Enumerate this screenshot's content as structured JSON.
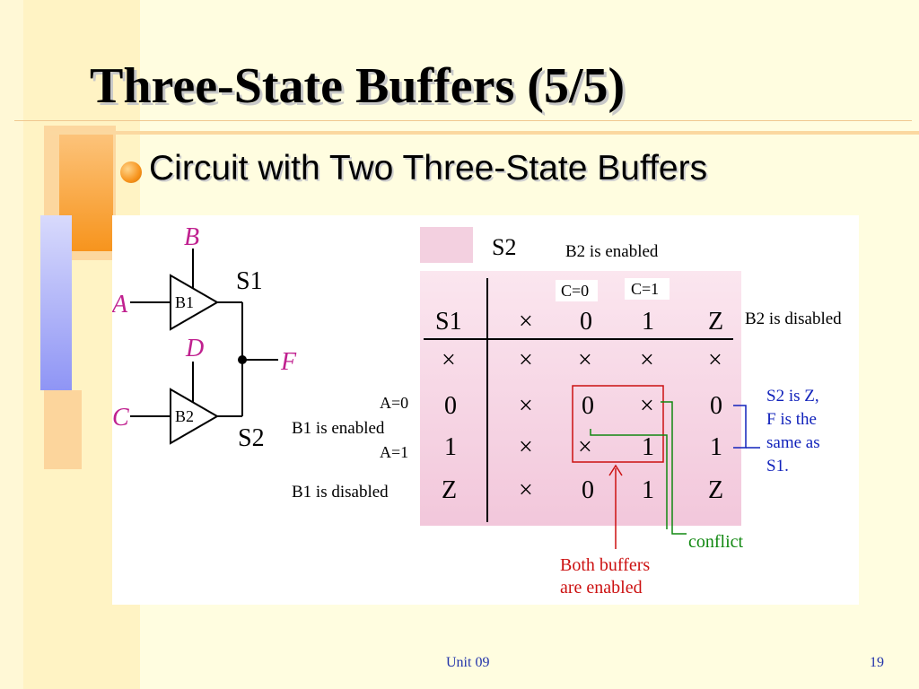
{
  "slide": {
    "title": "Three-State Buffers (5/5)",
    "bullet": "Circuit with Two Three-State Buffers",
    "footer_left": "Unit 09",
    "footer_right": "19"
  },
  "circuit": {
    "input_A": "A",
    "input_B": "B",
    "input_C": "C",
    "input_D": "D",
    "output_F": "F",
    "buffer1": "B1",
    "buffer2": "B2",
    "node_S1": "S1",
    "node_S2": "S2"
  },
  "table": {
    "s2_header": "S2",
    "b2_enabled": "B2 is enabled",
    "c0": "C=0",
    "c1": "C=1",
    "b2_disabled": "B2 is disabled",
    "columns": [
      "S1",
      "×",
      "0",
      "1",
      "Z"
    ],
    "rows": [
      [
        "×",
        "×",
        "×",
        "×",
        "×"
      ],
      [
        "0",
        "×",
        "0",
        "×",
        "0"
      ],
      [
        "1",
        "×",
        "×",
        "1",
        "1"
      ],
      [
        "Z",
        "×",
        "0",
        "1",
        "Z"
      ]
    ],
    "a0": "A=0",
    "b1_enabled": "B1 is enabled",
    "a1": "A=1",
    "b1_disabled": "B1 is disabled",
    "note_lines": [
      "S2 is Z,",
      "F is the",
      "same as",
      "S1."
    ],
    "conflict": "conflict",
    "both_lines": [
      "Both buffers",
      "are enabled"
    ]
  },
  "colors": {
    "background": "#fffde0",
    "accent_orange": "#f7941d",
    "accent_blue": "#8f95f5",
    "label_magenta": "#c0208f",
    "table_pink": "#f7dce9",
    "red": "#cc1111",
    "green": "#118811",
    "blue": "#1122bb"
  }
}
